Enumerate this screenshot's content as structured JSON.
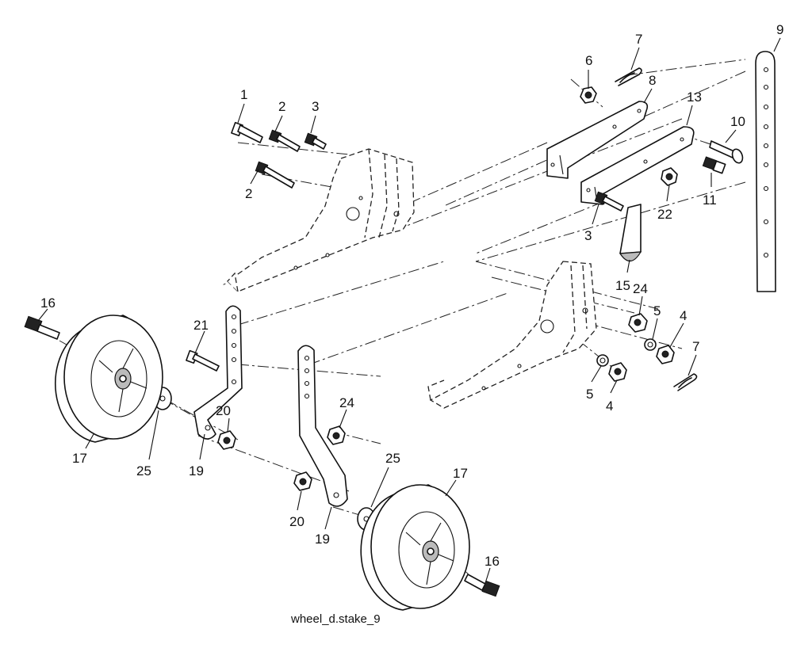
{
  "diagram": {
    "caption": "wheel_d.stake_9",
    "callouts": {
      "c1": "1",
      "c2a": "2",
      "c2b": "2",
      "c3a": "3",
      "c3b": "3",
      "c4a": "4",
      "c4b": "4",
      "c5a": "5",
      "c5b": "5",
      "c6": "6",
      "c7a": "7",
      "c7b": "7",
      "c8": "8",
      "c9": "9",
      "c10": "10",
      "c11": "11",
      "c13": "13",
      "c15": "15",
      "c16a": "16",
      "c16b": "16",
      "c17a": "17",
      "c17b": "17",
      "c19a": "19",
      "c19b": "19",
      "c20a": "20",
      "c20b": "20",
      "c21": "21",
      "c22": "22",
      "c24a": "24",
      "c24b": "24",
      "c25a": "25",
      "c25b": "25"
    }
  }
}
